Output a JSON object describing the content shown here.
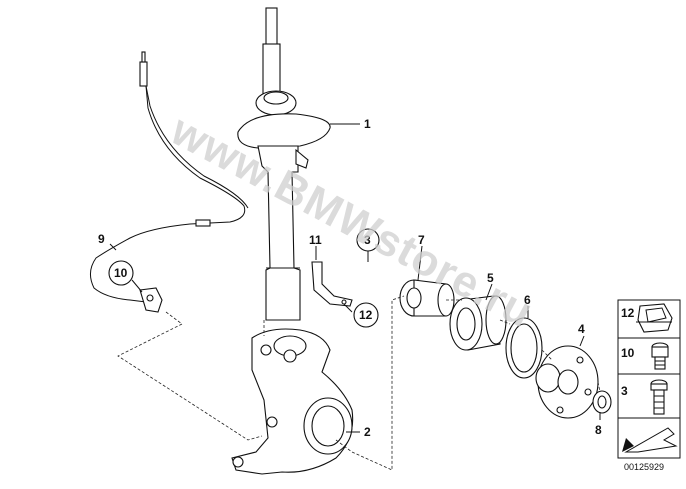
{
  "watermark": "www.BMWstore.ru",
  "diagram_code": "00125929",
  "callouts": {
    "c1": "1",
    "c2": "2",
    "c3": "3",
    "c4": "4",
    "c5": "5",
    "c6": "6",
    "c7": "7",
    "c8": "8",
    "c9": "9",
    "c10": "10",
    "c11": "11",
    "c12": "12"
  },
  "legend": {
    "l12": "12",
    "l10": "10",
    "l3": "3"
  }
}
